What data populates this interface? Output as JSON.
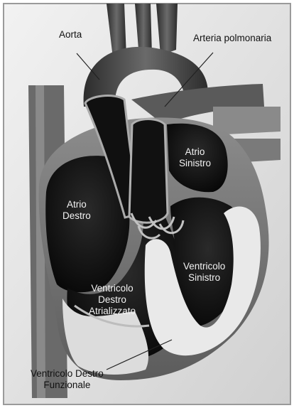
{
  "labels": {
    "aorta": "Aorta",
    "arteria_polmonaria": "Arteria polmonaria",
    "atrio_sinistro": [
      "Atrio",
      "Sinistro"
    ],
    "atrio_destro": [
      "Atrio",
      "Destro"
    ],
    "ventricolo_sinistro": [
      "Ventricolo",
      "Sinistro"
    ],
    "ventricolo_destro_atrializzato": [
      "Ventricolo",
      "Destro",
      "Atrializzato"
    ],
    "ventricolo_destro_funzionale": [
      "Ventricolo Destro",
      "Funzionale"
    ]
  },
  "colors": {
    "frame": "#9a9a9a",
    "background": "#e2e2e2",
    "chamber": "#0e0e0e",
    "tissue": "#7a7a7a",
    "septum_highlight": "#e9e9e9",
    "vessel": "#4a4a4a"
  }
}
